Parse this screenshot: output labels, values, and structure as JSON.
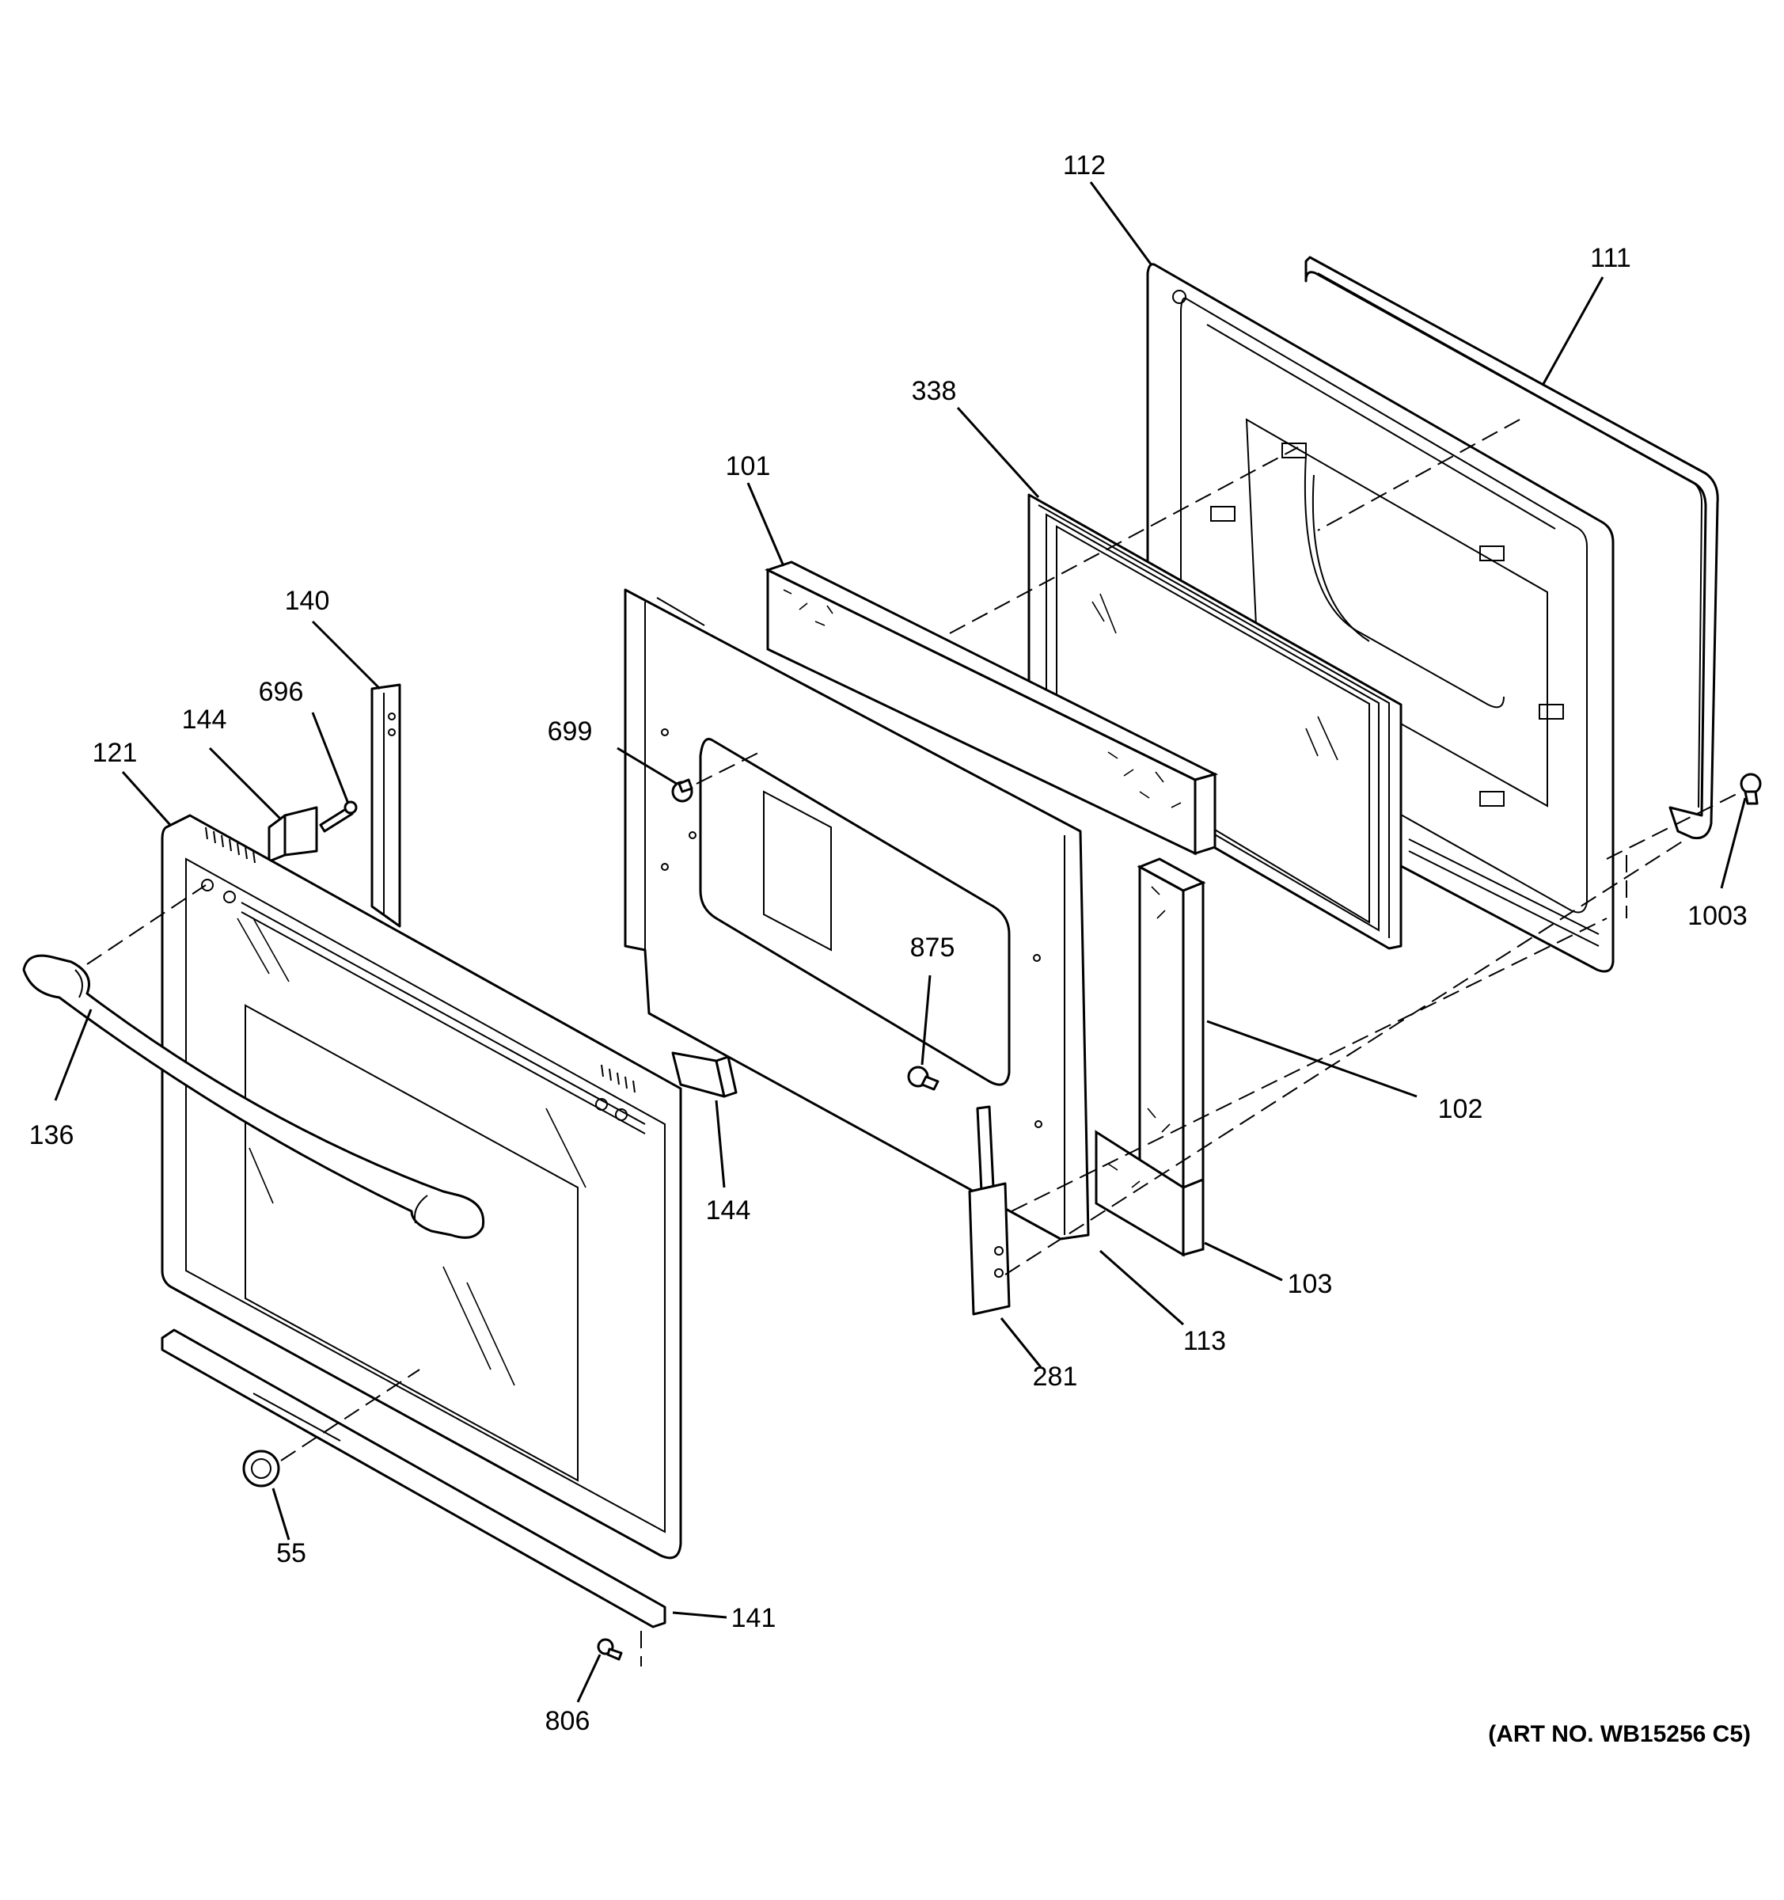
{
  "callouts": [
    {
      "id": "c112",
      "text": "112"
    },
    {
      "id": "c111",
      "text": "111"
    },
    {
      "id": "c338",
      "text": "338"
    },
    {
      "id": "c101",
      "text": "101"
    },
    {
      "id": "c140",
      "text": "140"
    },
    {
      "id": "c696",
      "text": "696"
    },
    {
      "id": "c144a",
      "text": "144"
    },
    {
      "id": "c121",
      "text": "121"
    },
    {
      "id": "c699",
      "text": "699"
    },
    {
      "id": "c875",
      "text": "875"
    },
    {
      "id": "c1003",
      "text": "1003"
    },
    {
      "id": "c102",
      "text": "102"
    },
    {
      "id": "c136",
      "text": "136"
    },
    {
      "id": "c144b",
      "text": "144"
    },
    {
      "id": "c103",
      "text": "103"
    },
    {
      "id": "c113",
      "text": "113"
    },
    {
      "id": "c281",
      "text": "281"
    },
    {
      "id": "c55",
      "text": "55"
    },
    {
      "id": "c141",
      "text": "141"
    },
    {
      "id": "c806",
      "text": "806"
    }
  ],
  "art_number": "(ART NO. WB15256 C5)"
}
